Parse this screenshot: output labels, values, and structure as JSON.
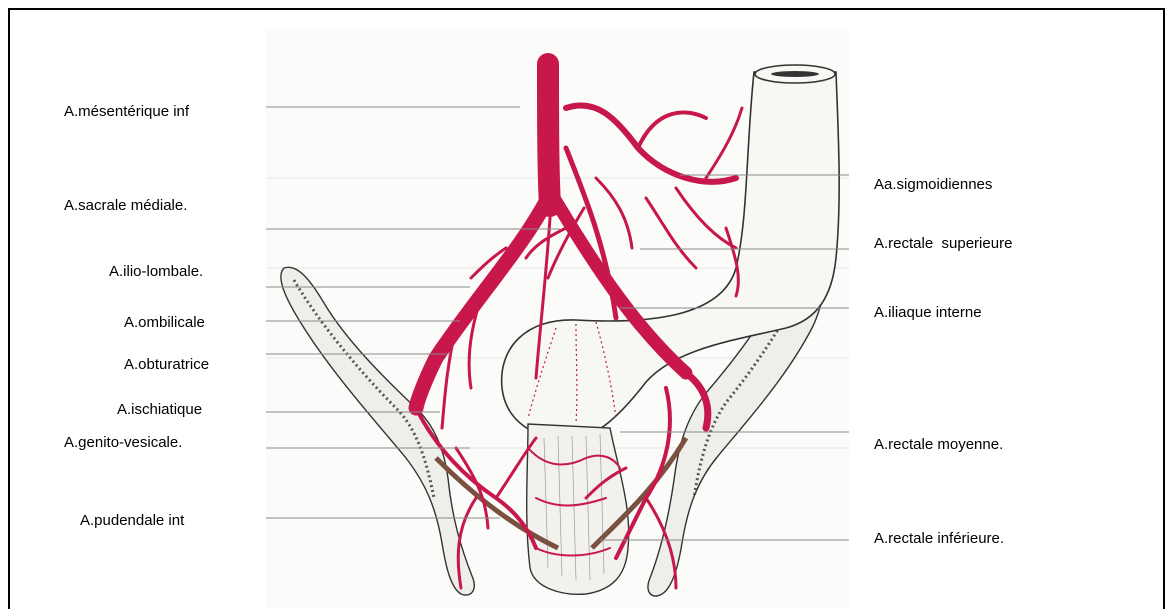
{
  "labels_left": [
    "A.mésentérique inf",
    "A.sacrale médiale.",
    "A.ilio-lombale.",
    "A.ombilicale",
    "A.obturatrice",
    "A.ischiatique",
    "A.genito-vesicale.",
    "A.pudendale int"
  ],
  "labels_right": [
    "Aa.sigmoidiennes",
    "A.rectale  superieure",
    "A.iliaque interne",
    "A.rectale moyenne.",
    "A.rectale inférieure."
  ],
  "colors": {
    "artery": "#c8174a",
    "bone_fill": "#eeeeea",
    "bone_stroke": "#333333",
    "leader": "#888888",
    "background": "#ffffff"
  }
}
